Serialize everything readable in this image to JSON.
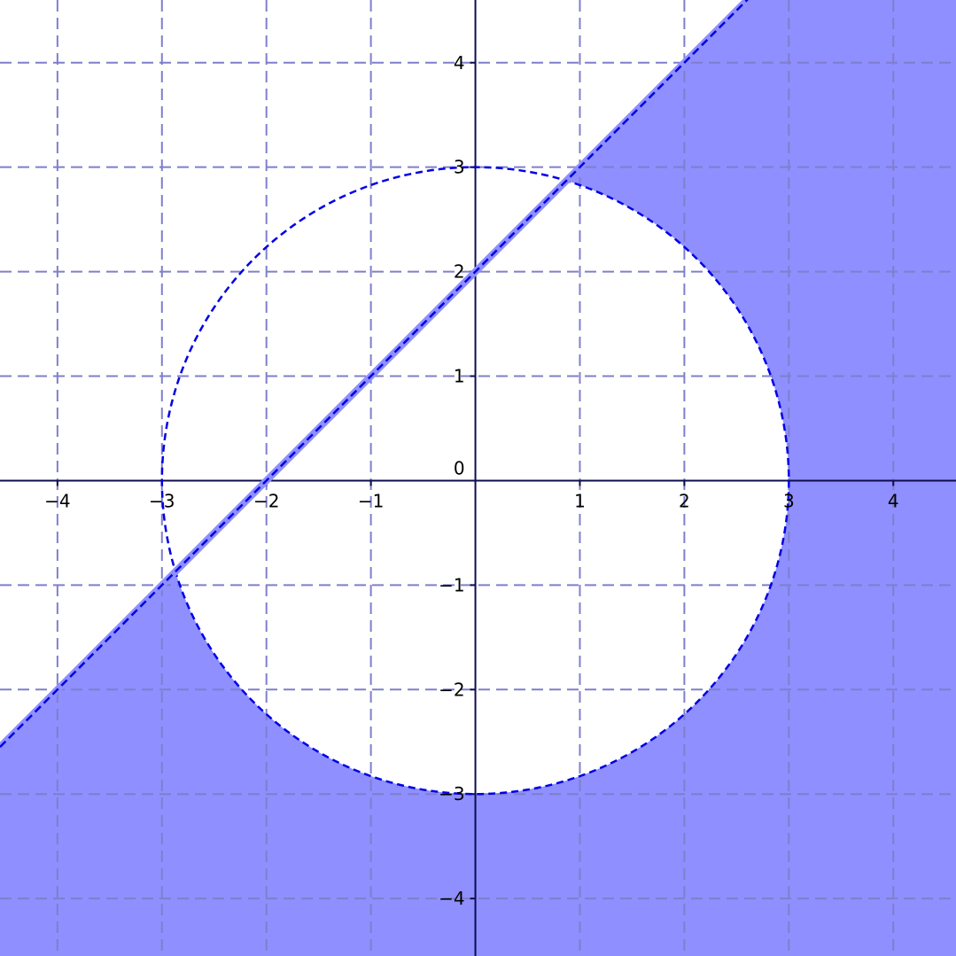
{
  "chart_data": {
    "type": "region",
    "xlim": [
      -4.55,
      4.6
    ],
    "ylim": [
      -4.55,
      4.6
    ],
    "grid": true,
    "grid_style": "dashed",
    "x_ticks": [
      -4,
      -3,
      -2,
      -1,
      0,
      1,
      2,
      3,
      4
    ],
    "y_ticks": [
      -4,
      -3,
      -2,
      -1,
      1,
      2,
      3,
      4
    ],
    "x_tick_labels": [
      "−4",
      "−3",
      "−2",
      "−1",
      "0",
      "1",
      "2",
      "3",
      "4"
    ],
    "y_tick_labels": [
      "−4",
      "−3",
      "−2",
      "−1",
      "1",
      "2",
      "3",
      "4"
    ],
    "origin_label": "0",
    "circle": {
      "center": [
        0,
        0
      ],
      "radius": 3,
      "style": "dashed"
    },
    "line": {
      "slope": 1,
      "intercept": 2,
      "style": "dashed"
    },
    "shaded_region": "outside circle and below line",
    "colors": {
      "fill": "#8f8fff",
      "boundary": "#0000e6",
      "axes": "#0d0d4d",
      "grid": "#7f7fcc",
      "background": "#ffffff"
    }
  }
}
